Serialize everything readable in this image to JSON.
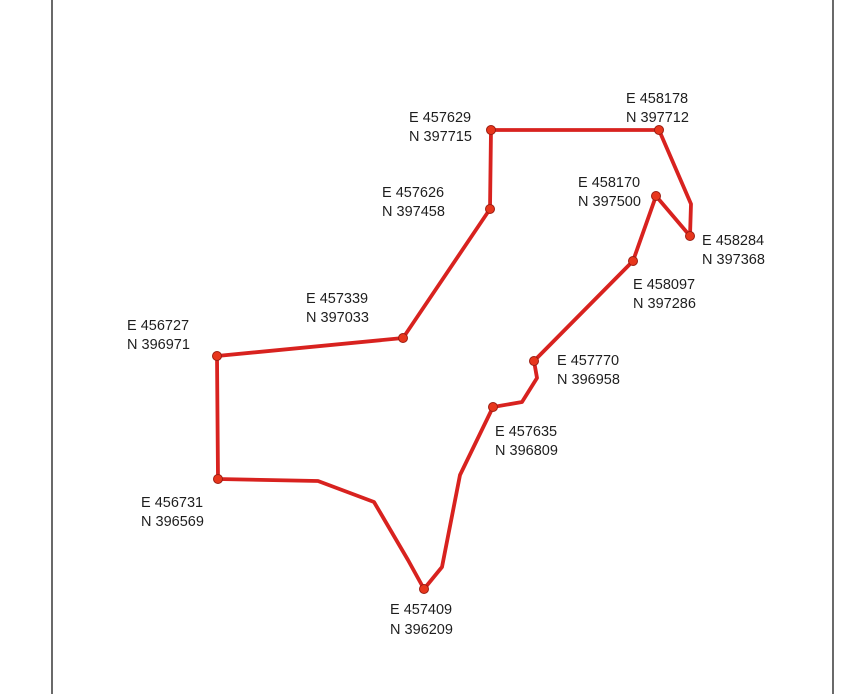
{
  "map": {
    "colors": {
      "boundary": "#d8221f",
      "vertex_fill": "#e8361c",
      "vertex_stroke": "#9b1d12",
      "frame": "#444444",
      "background": "#ffffff"
    },
    "points": [
      {
        "id": "p1",
        "e": "E 457629",
        "n": "N 397715"
      },
      {
        "id": "p2",
        "e": "E 458178",
        "n": "N 397712"
      },
      {
        "id": "p3",
        "e": "E 458284",
        "n": "N 397368"
      },
      {
        "id": "p4",
        "e": "E 458170",
        "n": "N 397500"
      },
      {
        "id": "p5",
        "e": "E 458097",
        "n": "N 397286"
      },
      {
        "id": "p6",
        "e": "E 457770",
        "n": "N 396958"
      },
      {
        "id": "p7",
        "e": "E 457635",
        "n": "N 396809"
      },
      {
        "id": "p8",
        "e": "E 457409",
        "n": "N 396209"
      },
      {
        "id": "p9",
        "e": "E 456731",
        "n": "N 396569"
      },
      {
        "id": "p10",
        "e": "E 456727",
        "n": "N 396971"
      },
      {
        "id": "p11",
        "e": "E 457339",
        "n": "N 397033"
      },
      {
        "id": "p12",
        "e": "E 457626",
        "n": "N 397458"
      }
    ]
  }
}
